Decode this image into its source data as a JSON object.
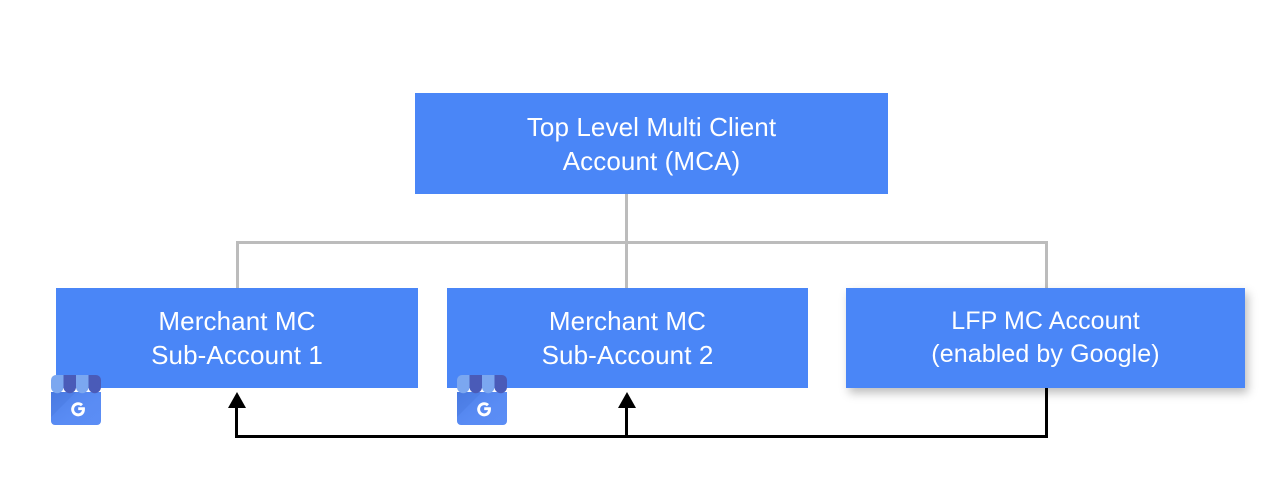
{
  "diagram": {
    "title_top": "Top Level Multi Client\nAccount (MCA)",
    "nodes": {
      "top": {
        "label": "Top Level Multi Client\nAccount (MCA)",
        "color": "#4a86f7",
        "text_color": "#ffffff"
      },
      "sub1": {
        "label": "Merchant MC\nSub-Account 1",
        "color": "#4a86f7",
        "text_color": "#ffffff"
      },
      "sub2": {
        "label": "Merchant MC\nSub-Account 2",
        "color": "#4a86f7",
        "text_color": "#ffffff"
      },
      "lfp": {
        "label": "LFP MC Account\n(enabled by Google)",
        "color": "#4a86f7",
        "text_color": "#ffffff"
      }
    },
    "connectors": {
      "tree_color": "#bcbcbc",
      "feedback_color": "#000000"
    },
    "icons": {
      "storefront_1": "google-my-business-storefront-icon",
      "storefront_2": "google-my-business-storefront-icon",
      "storefront_letter": "G",
      "awning_light": "#7ba7f0",
      "awning_dark": "#4a5bb8",
      "body": "#5b8df5"
    },
    "background": "#ffffff"
  }
}
